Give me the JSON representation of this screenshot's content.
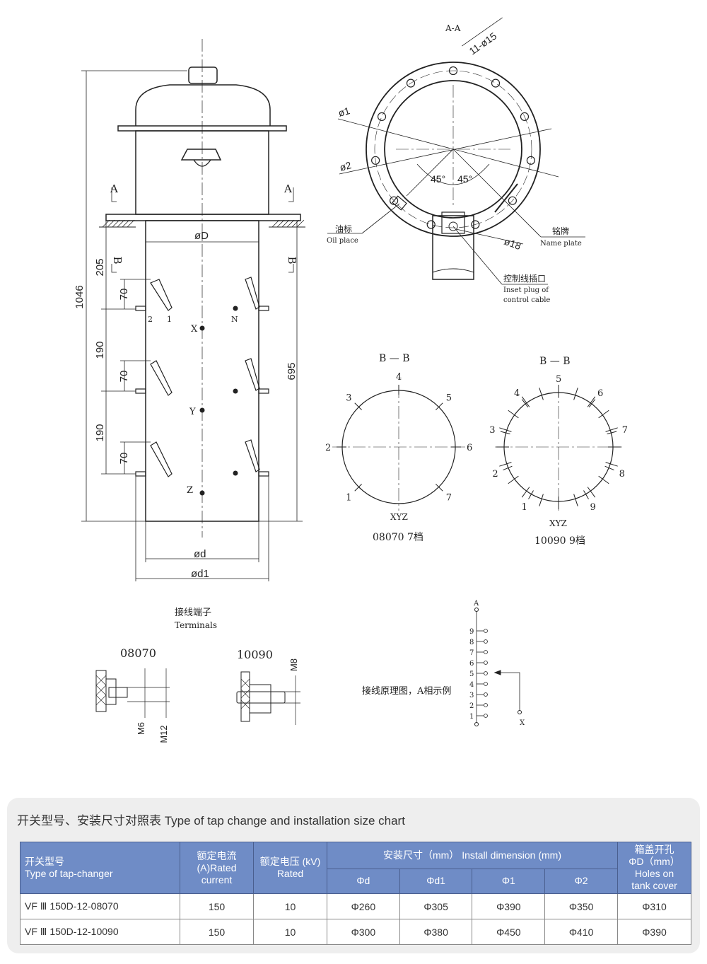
{
  "drawing": {
    "section_aa": {
      "title": "A-A",
      "holes": "11-ø15",
      "phi1": "ø1",
      "phi2": "ø2",
      "angle_left": "45°",
      "angle_right": "45°",
      "phi18": "ø18",
      "oil_cn": "油标",
      "oil_en": "Oil place",
      "nameplate_cn": "铭牌",
      "nameplate_en": "Name plate",
      "plug_cn": "控制线插口",
      "plug_en_1": "Inset plug of",
      "plug_en_2": "control cable"
    },
    "side_view": {
      "section_a_left": "A",
      "section_a_right": "A",
      "section_b_left": "B",
      "section_b_right": "B",
      "dim_total": "1046",
      "dim_205": "205",
      "dim_190a": "190",
      "dim_190b": "190",
      "dim_70a": "70",
      "dim_70b": "70",
      "dim_70c": "70",
      "dim_695": "695",
      "phiD": "øD",
      "phid": "ød",
      "phid1": "ød1",
      "phase_x": "X",
      "phase_y": "Y",
      "phase_z": "Z",
      "lead_2": "2",
      "lead_1": "1",
      "lead_n": "N"
    },
    "section_bb_7": {
      "title": "B — B",
      "positions": [
        "1",
        "2",
        "3",
        "4",
        "5",
        "6",
        "7"
      ],
      "bottom": "XYZ",
      "caption": "08070  7档"
    },
    "section_bb_9": {
      "title": "B — B",
      "positions": [
        "1",
        "2",
        "3",
        "4",
        "5",
        "6",
        "7",
        "8",
        "9"
      ],
      "bottom": "XYZ",
      "caption": "10090  9档"
    },
    "terminals": {
      "title_cn": "接线端子",
      "title_en": "Terminals",
      "model_a": "08070",
      "model_b": "10090",
      "m6": "M6",
      "m12": "M12",
      "m8": "M8"
    },
    "wiring": {
      "caption": "接线原理图，A相示例",
      "top": "A",
      "bottom": "X",
      "taps": [
        "9",
        "8",
        "7",
        "6",
        "5",
        "4",
        "3",
        "2",
        "1"
      ]
    }
  },
  "table": {
    "title": "开关型号、安装尺寸对照表   Type of tap change and installation size chart",
    "headers": {
      "type_cn": "开关型号",
      "type_en": "Type of tap-changer",
      "current_1": "额定电流",
      "current_2": "(A)Rated",
      "current_3": "current",
      "voltage_1": "额定电压 (kV)",
      "voltage_2": "Rated",
      "install": "安装尺寸（mm）   Install dimension (mm)",
      "phid": "Φd",
      "phid1": "Φd1",
      "phi1": "Φ1",
      "phi2": "Φ2",
      "cover_1": "箱盖开孔",
      "cover_2": "ΦD（mm）",
      "cover_3": "Holes on",
      "cover_4": "tank cover"
    },
    "rows": [
      {
        "type": "VF Ⅲ 150D-12-08070",
        "current": "150",
        "voltage": "10",
        "d": "Φ260",
        "d1": "Φ305",
        "p1": "Φ390",
        "p2": "Φ350",
        "D": "Φ310"
      },
      {
        "type": "VF Ⅲ 150D-12-10090",
        "current": "150",
        "voltage": "10",
        "d": "Φ300",
        "d1": "Φ380",
        "p1": "Φ450",
        "p2": "Φ410",
        "D": "Φ390"
      }
    ]
  },
  "colors": {
    "header_bg": "#6f8cc6",
    "panel_bg": "#eeeeee"
  }
}
